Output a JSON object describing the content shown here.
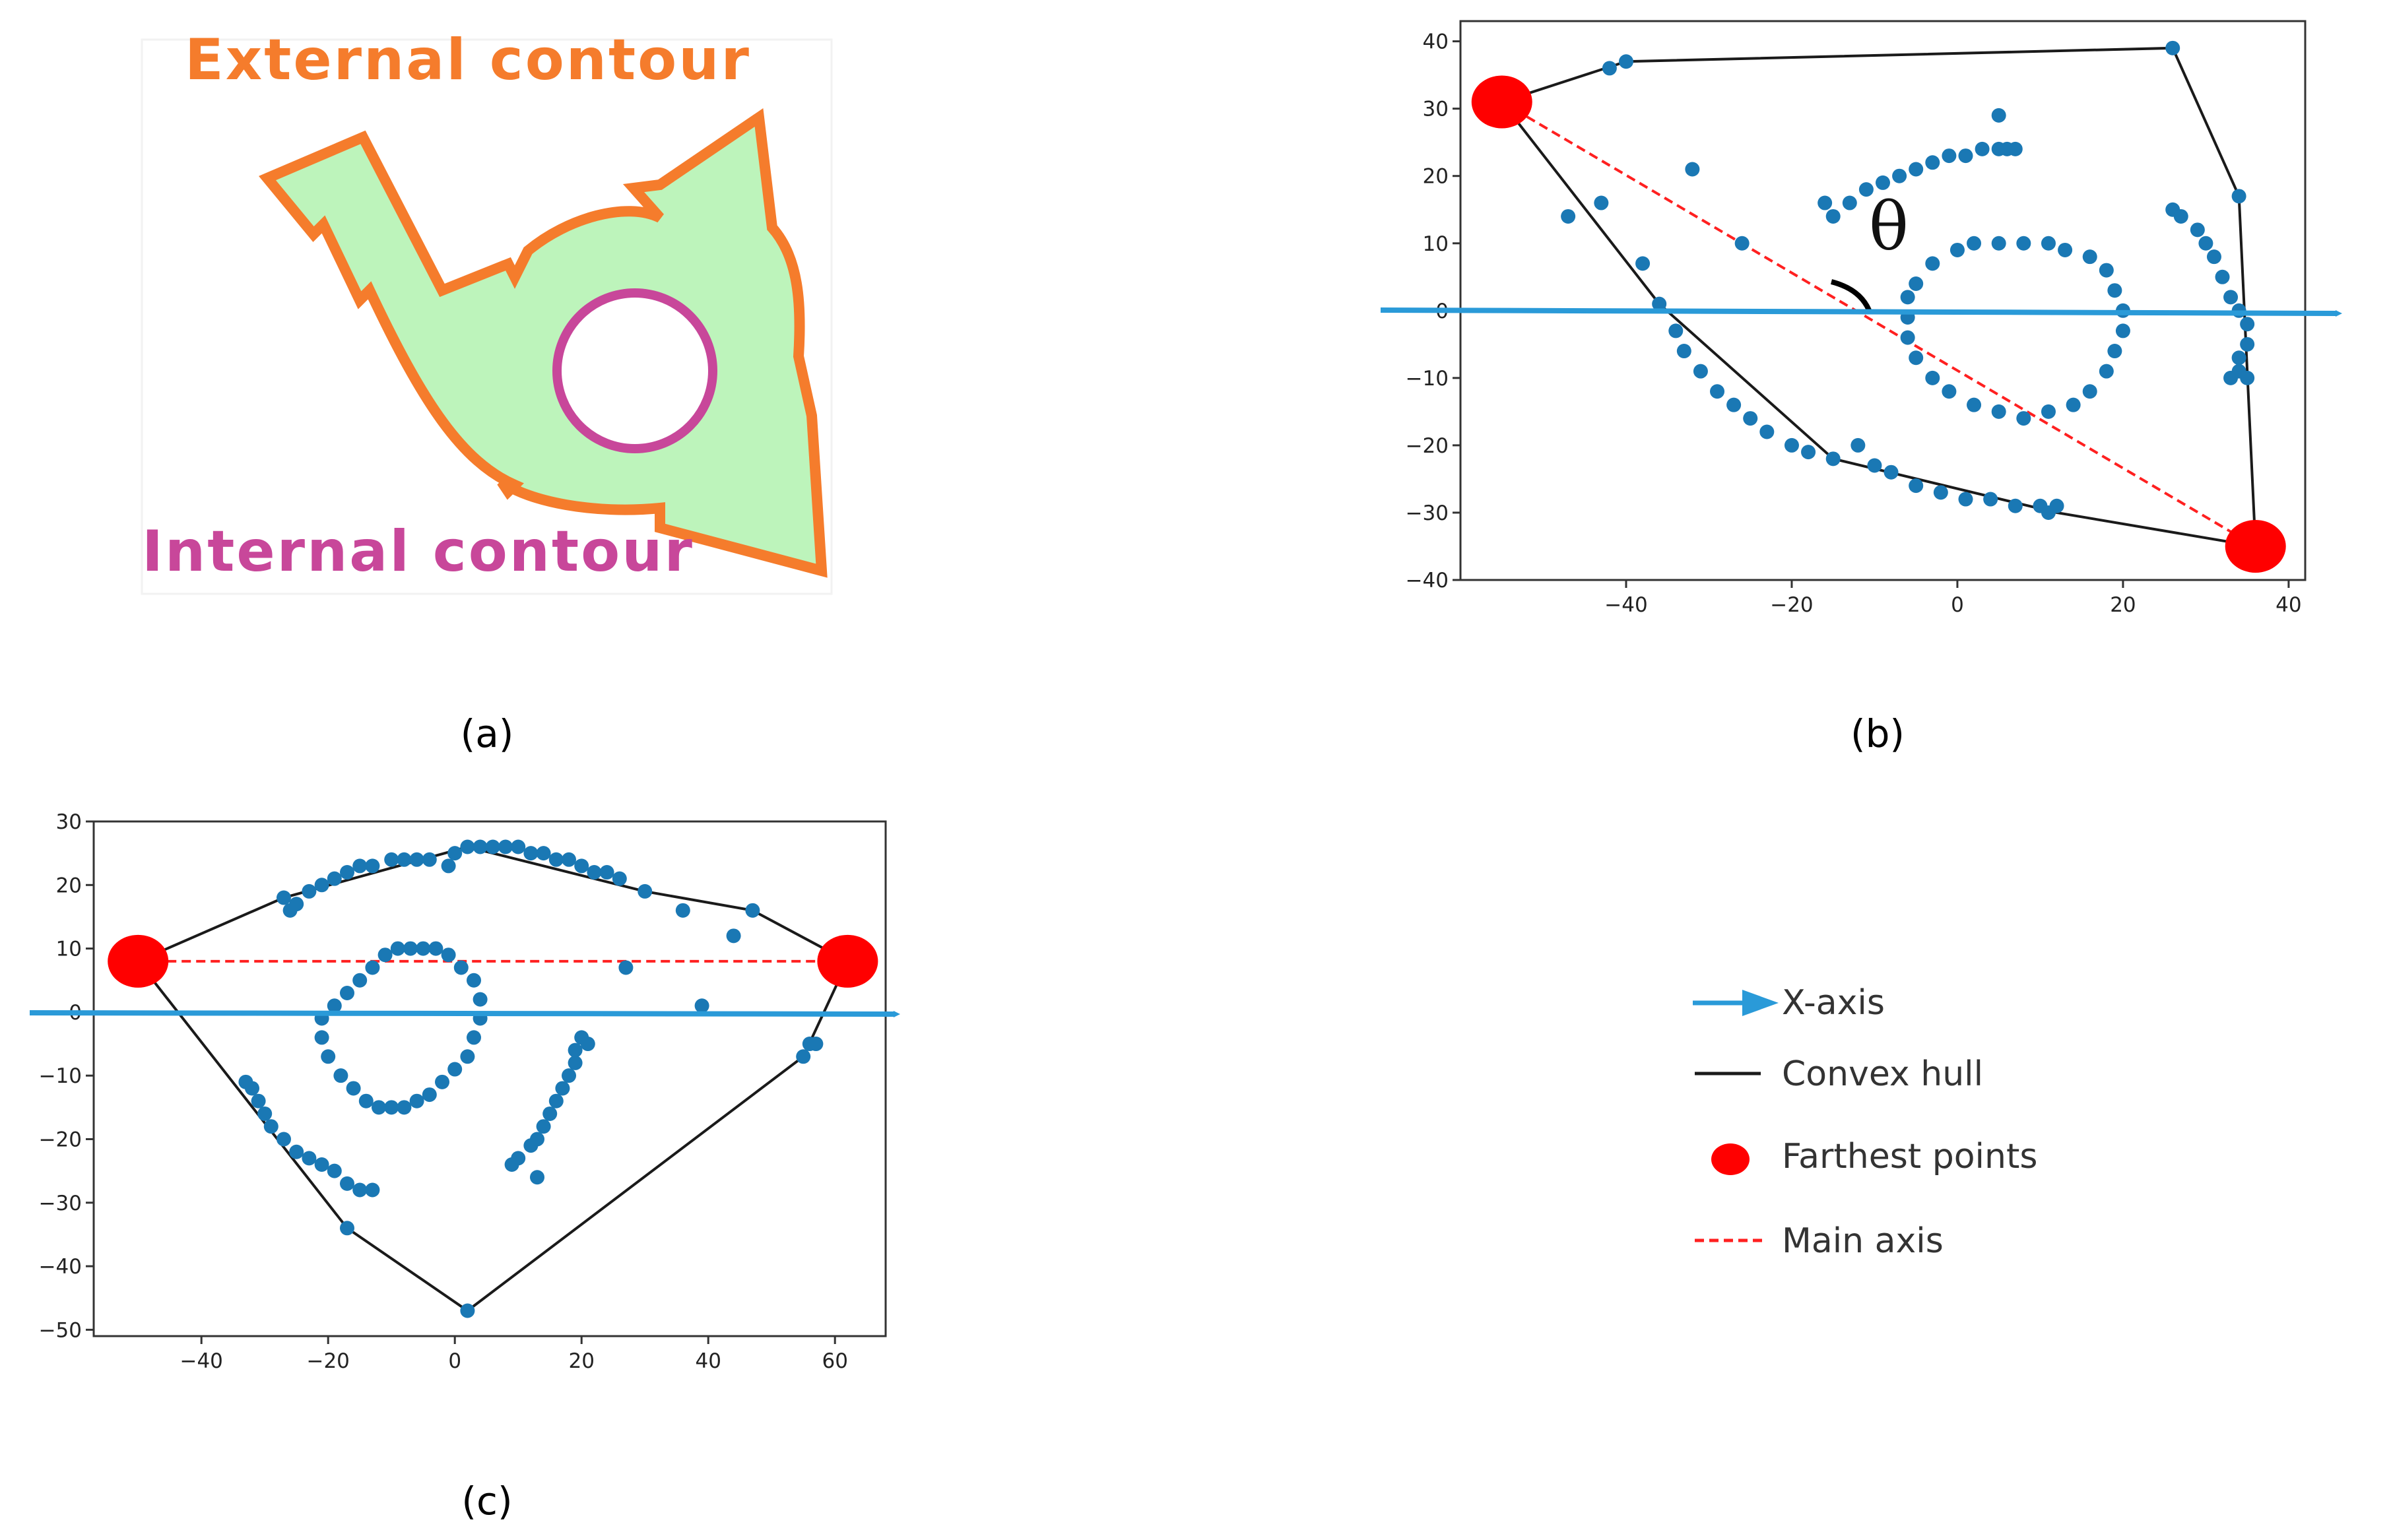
{
  "colors": {
    "external_contour": "#f57c2c",
    "internal_contour": "#c8479a",
    "shape_fill": "#bdf4bb",
    "points": "#1a78b4",
    "hull": "#1a1a1a",
    "farthest": "#ff0000",
    "main_axis": "#ff2020",
    "x_axis_arrow": "#2a9ad8"
  },
  "panels": {
    "a": {
      "label": "(a)",
      "external_label": "External contour",
      "internal_label": "Internal contour"
    },
    "b": {
      "label": "(b)",
      "angle_symbol": "θ"
    },
    "c": {
      "label": "(c)"
    }
  },
  "legend": {
    "x_axis": "X-axis",
    "convex_hull": "Convex hull",
    "farthest_points": "Farthest points",
    "main_axis": "Main axis"
  },
  "chart_data": [
    {
      "type": "scatter",
      "panel": "b",
      "title": "",
      "xlabel": "",
      "ylabel": "",
      "xlim": [
        -60,
        42
      ],
      "ylim": [
        -40,
        43
      ],
      "xticks": [
        -40,
        -20,
        0,
        20,
        40
      ],
      "yticks": [
        40,
        30,
        20,
        10,
        0,
        -10,
        -20,
        -30,
        -40
      ],
      "grid": false,
      "series": [
        {
          "role": "points",
          "points": [
            [
              -42,
              36
            ],
            [
              -40,
              37
            ],
            [
              -43,
              16
            ],
            [
              -47,
              14
            ],
            [
              -38,
              7
            ],
            [
              -32,
              21
            ],
            [
              -26,
              10
            ],
            [
              -36,
              1
            ],
            [
              -34,
              -3
            ],
            [
              -33,
              -6
            ],
            [
              -31,
              -9
            ],
            [
              -29,
              -12
            ],
            [
              -27,
              -14
            ],
            [
              -25,
              -16
            ],
            [
              -23,
              -18
            ],
            [
              -20,
              -20
            ],
            [
              -18,
              -21
            ],
            [
              -15,
              -22
            ],
            [
              -12,
              -20
            ],
            [
              -10,
              -23
            ],
            [
              -8,
              -24
            ],
            [
              -5,
              -26
            ],
            [
              -2,
              -27
            ],
            [
              1,
              -28
            ],
            [
              4,
              -28
            ],
            [
              7,
              -29
            ],
            [
              10,
              -29
            ],
            [
              11,
              -30
            ],
            [
              12,
              -29
            ],
            [
              -16,
              16
            ],
            [
              -15,
              14
            ],
            [
              -13,
              16
            ],
            [
              -11,
              18
            ],
            [
              -9,
              19
            ],
            [
              -7,
              20
            ],
            [
              -5,
              21
            ],
            [
              -3,
              22
            ],
            [
              -1,
              23
            ],
            [
              1,
              23
            ],
            [
              3,
              24
            ],
            [
              5,
              24
            ],
            [
              6,
              24
            ],
            [
              7,
              24
            ],
            [
              5,
              29
            ],
            [
              26,
              15
            ],
            [
              27,
              14
            ],
            [
              29,
              12
            ],
            [
              30,
              10
            ],
            [
              31,
              8
            ],
            [
              32,
              5
            ],
            [
              33,
              2
            ],
            [
              34,
              0
            ],
            [
              35,
              -2
            ],
            [
              35,
              -5
            ],
            [
              34,
              -7
            ],
            [
              34,
              -9
            ],
            [
              33,
              -10
            ],
            [
              35,
              -10
            ],
            [
              34,
              17
            ],
            [
              26,
              39
            ],
            [
              20,
              0
            ],
            [
              20,
              -3
            ],
            [
              19,
              -6
            ],
            [
              18,
              -9
            ],
            [
              16,
              -12
            ],
            [
              14,
              -14
            ],
            [
              11,
              -15
            ],
            [
              8,
              -16
            ],
            [
              5,
              -15
            ],
            [
              2,
              -14
            ],
            [
              -1,
              -12
            ],
            [
              -3,
              -10
            ],
            [
              -5,
              -7
            ],
            [
              -6,
              -4
            ],
            [
              -6,
              -1
            ],
            [
              -6,
              2
            ],
            [
              -5,
              4
            ],
            [
              -3,
              7
            ],
            [
              0,
              9
            ],
            [
              2,
              10
            ],
            [
              5,
              10
            ],
            [
              8,
              10
            ],
            [
              11,
              10
            ],
            [
              13,
              9
            ],
            [
              16,
              8
            ],
            [
              18,
              6
            ],
            [
              19,
              3
            ]
          ]
        },
        {
          "role": "convex_hull",
          "points": [
            [
              -55,
              31
            ],
            [
              -40,
              37
            ],
            [
              26,
              39
            ],
            [
              34,
              17
            ],
            [
              36,
              -35
            ],
            [
              12,
              -30
            ],
            [
              -15,
              -22
            ],
            [
              -36,
              1
            ],
            [
              -55,
              31
            ]
          ]
        },
        {
          "role": "farthest_points",
          "points": [
            [
              -55,
              31
            ],
            [
              36,
              -35
            ]
          ]
        },
        {
          "role": "main_axis",
          "points": [
            [
              -55,
              31
            ],
            [
              36,
              -35
            ]
          ]
        }
      ]
    },
    {
      "type": "scatter",
      "panel": "c",
      "title": "",
      "xlabel": "",
      "ylabel": "",
      "xlim": [
        -57,
        68
      ],
      "ylim": [
        -51,
        30
      ],
      "xticks": [
        -40,
        -20,
        0,
        20,
        40,
        60
      ],
      "yticks": [
        30,
        20,
        10,
        0,
        -10,
        -20,
        -30,
        -40,
        -50
      ],
      "grid": false,
      "series": [
        {
          "role": "points",
          "points": [
            [
              -27,
              18
            ],
            [
              -26,
              16
            ],
            [
              -25,
              17
            ],
            [
              -23,
              19
            ],
            [
              -21,
              20
            ],
            [
              -19,
              21
            ],
            [
              -17,
              22
            ],
            [
              -15,
              23
            ],
            [
              -13,
              23
            ],
            [
              -10,
              24
            ],
            [
              -8,
              24
            ],
            [
              -6,
              24
            ],
            [
              -4,
              24
            ],
            [
              -1,
              23
            ],
            [
              0,
              25
            ],
            [
              2,
              26
            ],
            [
              4,
              26
            ],
            [
              6,
              26
            ],
            [
              8,
              26
            ],
            [
              10,
              26
            ],
            [
              12,
              25
            ],
            [
              14,
              25
            ],
            [
              16,
              24
            ],
            [
              18,
              24
            ],
            [
              20,
              23
            ],
            [
              22,
              22
            ],
            [
              24,
              22
            ],
            [
              26,
              21
            ],
            [
              30,
              19
            ],
            [
              36,
              16
            ],
            [
              39,
              1
            ],
            [
              44,
              12
            ],
            [
              47,
              16
            ],
            [
              -32,
              -12
            ],
            [
              -33,
              -11
            ],
            [
              -31,
              -14
            ],
            [
              -30,
              -16
            ],
            [
              -29,
              -18
            ],
            [
              -27,
              -20
            ],
            [
              -25,
              -22
            ],
            [
              -23,
              -23
            ],
            [
              -21,
              -24
            ],
            [
              -19,
              -25
            ],
            [
              -17,
              -27
            ],
            [
              -15,
              -28
            ],
            [
              -13,
              -28
            ],
            [
              -17,
              -34
            ],
            [
              27,
              7
            ],
            [
              55,
              -7
            ],
            [
              56,
              -5
            ],
            [
              57,
              -5
            ],
            [
              9,
              -24
            ],
            [
              10,
              -23
            ],
            [
              12,
              -21
            ],
            [
              13,
              -20
            ],
            [
              14,
              -18
            ],
            [
              15,
              -16
            ],
            [
              16,
              -14
            ],
            [
              17,
              -12
            ],
            [
              18,
              -10
            ],
            [
              19,
              -8
            ],
            [
              19,
              -6
            ],
            [
              20,
              -4
            ],
            [
              21,
              -5
            ],
            [
              13,
              -26
            ],
            [
              -21,
              -1
            ],
            [
              -21,
              -4
            ],
            [
              -20,
              -7
            ],
            [
              -18,
              -10
            ],
            [
              -16,
              -12
            ],
            [
              -14,
              -14
            ],
            [
              -12,
              -15
            ],
            [
              -10,
              -15
            ],
            [
              -8,
              -15
            ],
            [
              -6,
              -14
            ],
            [
              -4,
              -13
            ],
            [
              -2,
              -11
            ],
            [
              0,
              -9
            ],
            [
              2,
              -7
            ],
            [
              3,
              -4
            ],
            [
              4,
              -1
            ],
            [
              4,
              2
            ],
            [
              3,
              5
            ],
            [
              1,
              7
            ],
            [
              -1,
              9
            ],
            [
              -3,
              10
            ],
            [
              -5,
              10
            ],
            [
              -7,
              10
            ],
            [
              -9,
              10
            ],
            [
              -11,
              9
            ],
            [
              -13,
              7
            ],
            [
              -15,
              5
            ],
            [
              -17,
              3
            ],
            [
              -19,
              1
            ],
            [
              2,
              -47
            ]
          ]
        },
        {
          "role": "convex_hull",
          "points": [
            [
              -50,
              8
            ],
            [
              -27,
              18
            ],
            [
              2,
              26
            ],
            [
              30,
              19
            ],
            [
              47,
              16
            ],
            [
              62,
              8
            ],
            [
              55,
              -7
            ],
            [
              2,
              -47
            ],
            [
              -17,
              -34
            ],
            [
              -50,
              8
            ]
          ]
        },
        {
          "role": "farthest_points",
          "points": [
            [
              -50,
              8
            ],
            [
              62,
              8
            ]
          ]
        },
        {
          "role": "main_axis",
          "points": [
            [
              -50,
              8
            ],
            [
              62,
              8
            ]
          ]
        }
      ]
    }
  ]
}
